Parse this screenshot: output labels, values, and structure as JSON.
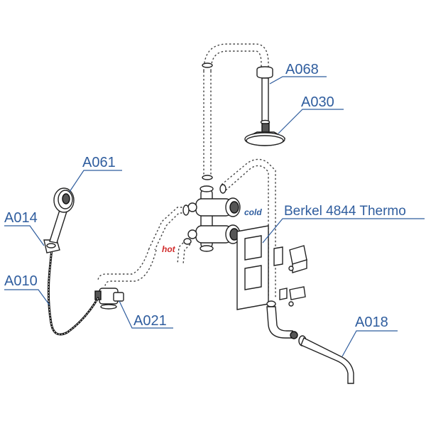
{
  "callouts": {
    "a068": "A068",
    "a030": "A030",
    "a061": "A061",
    "a014": "A014",
    "a010": "A010",
    "a021": "A021",
    "a018": "A018",
    "thermo": "Berkel 4844 Thermo"
  },
  "flow_labels": {
    "hot": "hot",
    "cold": "cold"
  },
  "colors": {
    "callout": "#2f5d9e",
    "hot": "#d12a2a",
    "cold": "#2f5d9e"
  }
}
